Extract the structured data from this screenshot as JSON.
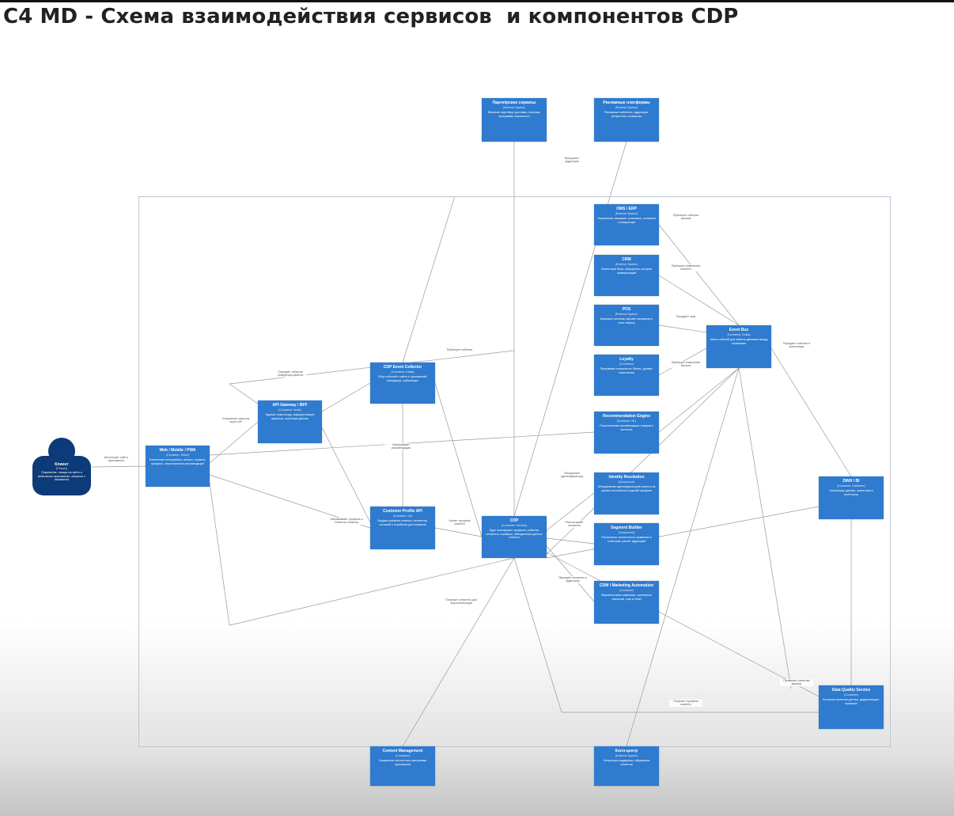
{
  "title": "C4 MD - Схема взаимодействия сервисов  и компонентов CDP",
  "colors": {
    "container": "#2e7bcf",
    "external": "#1f5fae",
    "person": "#0d3a78",
    "edge": "#9a9a9a"
  },
  "nodes": {
    "client": {
      "title": "Клиент",
      "kind": "[Person]",
      "desc": "Покупатель: товары на сайте и мобильном приложении, общение с магазином"
    },
    "web": {
      "title": "Web / Mobile / PWA",
      "kind": "[Container: React]",
      "desc": "Клиентские интерфейсы: каталог, корзина, профиль, персональные рекомендации"
    },
    "api": {
      "title": "API Gateway / BFF",
      "kind": "[Container: Node]",
      "desc": "Единая точка входа, маршрутизация запросов, агрегация данных"
    },
    "collector": {
      "title": "CDP Event Collector",
      "kind": "[Container: Kafka]",
      "desc": "Сбор событий с сайта и приложений, валидация, публикация"
    },
    "profile_api": {
      "title": "Customer Profile API",
      "kind": "[Container: Go]",
      "desc": "Выдача профиля клиента, сегментов, согласий и атрибутов для сервисов"
    },
    "cdp": {
      "title": "CDP",
      "kind": "[Container: Service]",
      "desc": "Ядро платформы: профили, события, сегменты, атрибуты, объединение данных клиента"
    },
    "partners": {
      "title": "Партнёрские сервисы",
      "kind": "[External System]",
      "desc": "Внешние партнёры: доставка, платежи, программы лояльности"
    },
    "ads": {
      "title": "Рекламные платформы",
      "kind": "[External System]",
      "desc": "Рекламные кабинеты: аудитории, ретаргетинг, конверсии"
    },
    "oms": {
      "title": "OMS / ERP",
      "kind": "[External System]",
      "desc": "Управление заказами, остатками, оплатами и возвратами"
    },
    "crm": {
      "title": "CRM",
      "kind": "[External System]",
      "desc": "Клиентская база, обращения, история коммуникаций"
    },
    "pos": {
      "title": "POS",
      "kind": "[External System]",
      "desc": "Кассовые системы офлайн магазинов и чеки покупок"
    },
    "loyalty": {
      "title": "Loyalty",
      "kind": "[Container]",
      "desc": "Программа лояльности: баллы, уровни, начисления"
    },
    "reco": {
      "title": "Recommendation Engine",
      "kind": "[Container: ML]",
      "desc": "Персональные рекомендации товаров и контента"
    },
    "identity": {
      "title": "Identity Resolution",
      "kind": "[Component]",
      "desc": "Объединение идентификаторов клиента из разных источников в единый профиль"
    },
    "segment": {
      "title": "Segment Builder",
      "kind": "[Component]",
      "desc": "Построение сегментов по правилам и событиям, расчёт аудиторий"
    },
    "cdm": {
      "title": "CDM / Marketing Automation",
      "kind": "[Container]",
      "desc": "Маркетинговые кампании, триггерные рассылки, пуш и email"
    },
    "bus": {
      "title": "Event Bus",
      "kind": "[Container: Kafka]",
      "desc": "Шина событий для обмена данными между сервисами"
    },
    "dwh": {
      "title": "DWH / BI",
      "kind": "[Container: Database]",
      "desc": "Хранилище данных, аналитика и отчётность"
    },
    "dq": {
      "title": "Data Quality Service",
      "kind": "[Container]",
      "desc": "Контроль качества данных, дедупликация, проверки"
    },
    "content": {
      "title": "Content Management",
      "kind": "[Container]",
      "desc": "Управление контентом и витринами приложений"
    },
    "callcenter": {
      "title": "Колл-центр",
      "kind": "[External System]",
      "desc": "Операторы поддержки, обращения клиентов"
    }
  },
  "edge_labels": {
    "client_web": "Использует сайт и приложение",
    "web_api": "Отправляет запросы через API",
    "api_collector": "Передаёт события поведения клиента",
    "collector_cdp": "Публикует события",
    "web_reco": "Запрашивает рекомендации",
    "web_profile": "Запрашивает профиль и сегменты клиента",
    "profile_cdp": "Читает профиль клиента",
    "cdp_identity": "Объединяет идентификаторы",
    "cdp_segment": "Рассчитывает сегменты",
    "cdp_cdm": "Передаёт сегменты и аудитории",
    "cdp_ads": "Выгружает аудитории",
    "oms_bus": "Публикует события заказов",
    "crm_bus": "Публикует изменения клиента",
    "pos_bus": "Передаёт чеки",
    "loyalty_bus": "Публикует изменения баллов",
    "bus_dwh": "Передаёт события в хранилище",
    "dq_cdp": "Проверяет качество данных",
    "content_cdp": "Получает сегменты для персонализации",
    "call_cdp": "Получает профиль клиента"
  }
}
